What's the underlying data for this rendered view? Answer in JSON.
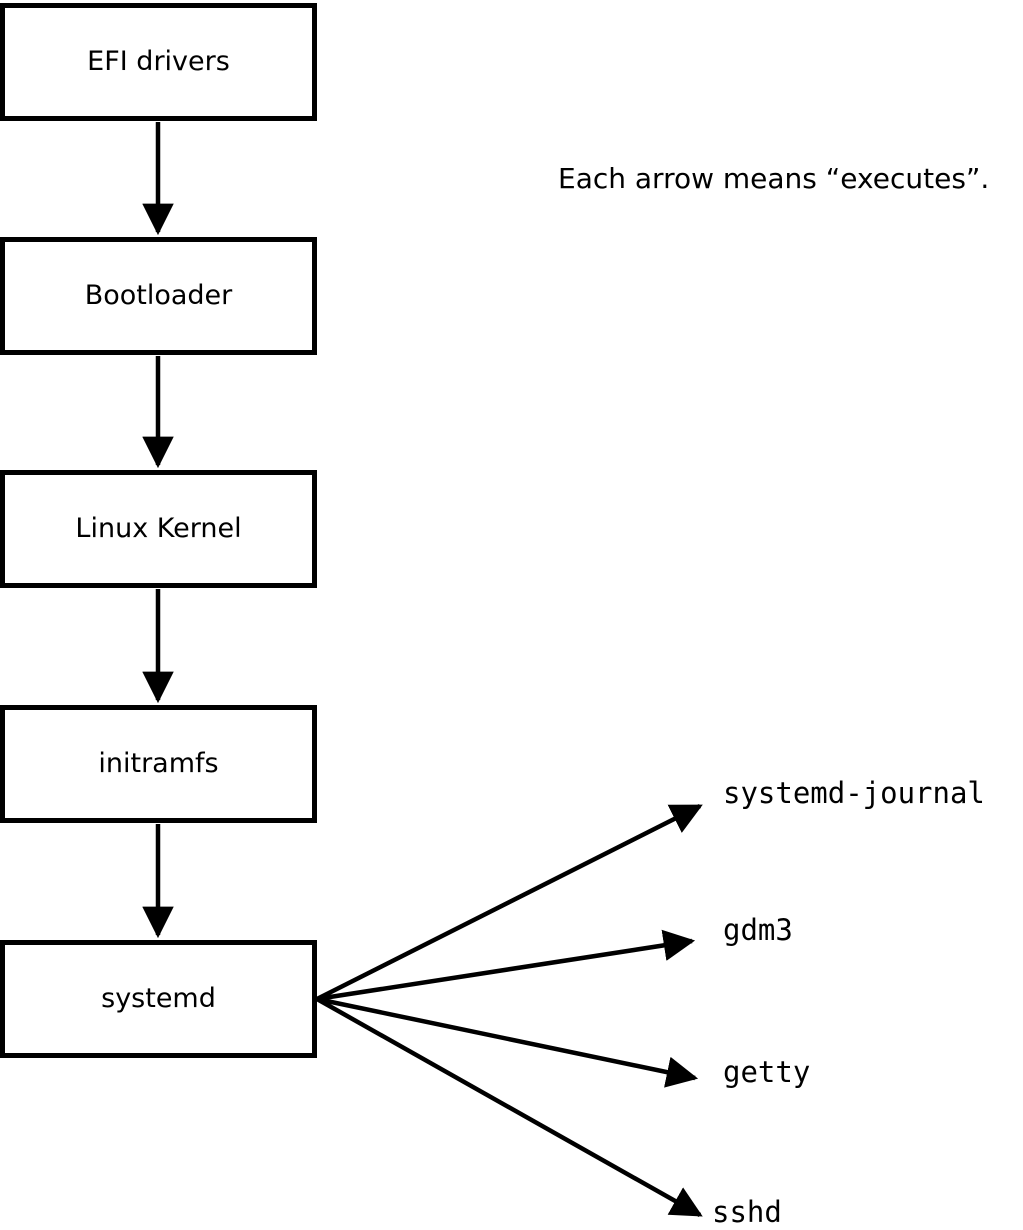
{
  "diagram": {
    "note": "Each arrow means “executes”.",
    "nodes": [
      {
        "label": "EFI drivers"
      },
      {
        "label": "Bootloader"
      },
      {
        "label": "Linux Kernel"
      },
      {
        "label": "initramfs"
      },
      {
        "label": "systemd"
      }
    ],
    "spawned_services": [
      {
        "label": "systemd-journal"
      },
      {
        "label": "gdm3"
      },
      {
        "label": "getty"
      },
      {
        "label": "sshd"
      }
    ],
    "colors": {
      "stroke": "#000000",
      "background": "#ffffff"
    }
  }
}
